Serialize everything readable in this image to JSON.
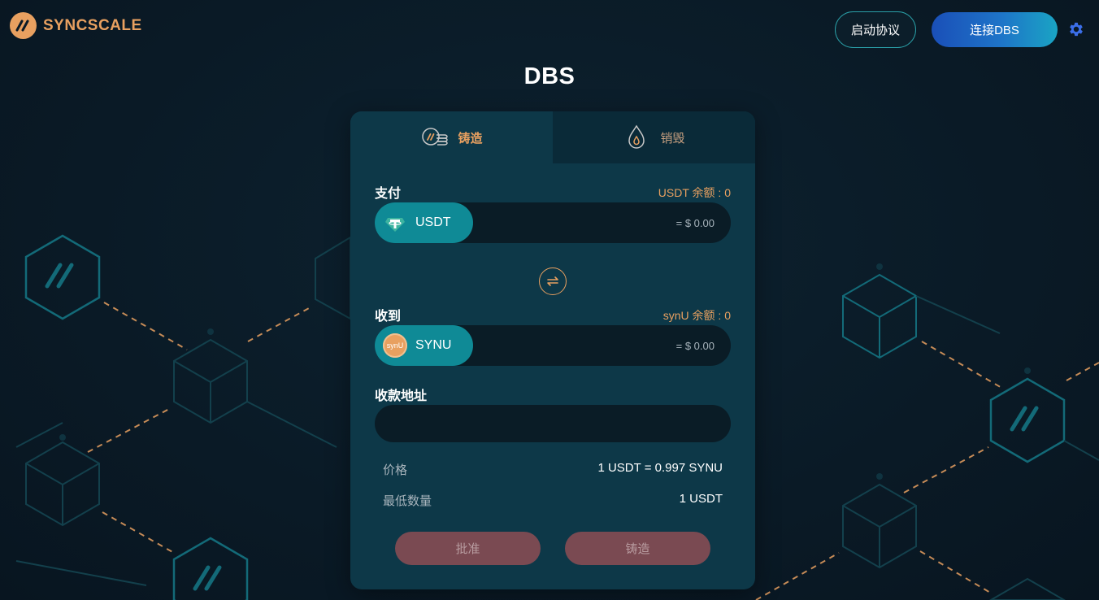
{
  "header": {
    "brand": "SYNCSCALE",
    "protocol_button": "启动协议",
    "connect_button": "连接DBS"
  },
  "page": {
    "title": "DBS"
  },
  "tabs": [
    {
      "label": "铸造",
      "active": true
    },
    {
      "label": "销毁",
      "active": false
    }
  ],
  "pay": {
    "label": "支付",
    "balance": "USDT 余额 : 0",
    "token": "USDT",
    "usd_value": "= $ 0.00"
  },
  "receive": {
    "label": "收到",
    "balance": "synU 余额 : 0",
    "token": "SYNU",
    "token_icon_text": "synU",
    "usd_value": "= $ 0.00"
  },
  "address": {
    "label": "收款地址",
    "value": "",
    "placeholder": ""
  },
  "info": [
    {
      "key": "价格",
      "value": "1 USDT = 0.997 SYNU"
    },
    {
      "key": "最低数量",
      "value": "1 USDT"
    }
  ],
  "actions": {
    "approve": "批准",
    "mint": "铸造"
  },
  "colors": {
    "accent_orange": "#e8a060",
    "teal": "#0f8a96",
    "card_bg": "#0d3848",
    "disabled_btn": "#7a4a52"
  },
  "icons": {
    "logo": "syncscale-logo-icon",
    "settings": "gear-icon",
    "mint_tab": "coins-icon",
    "burn_tab": "flame-drop-icon",
    "swap": "swap-arrows-icon",
    "usdt": "tether-icon",
    "synu": "synu-token-icon"
  }
}
